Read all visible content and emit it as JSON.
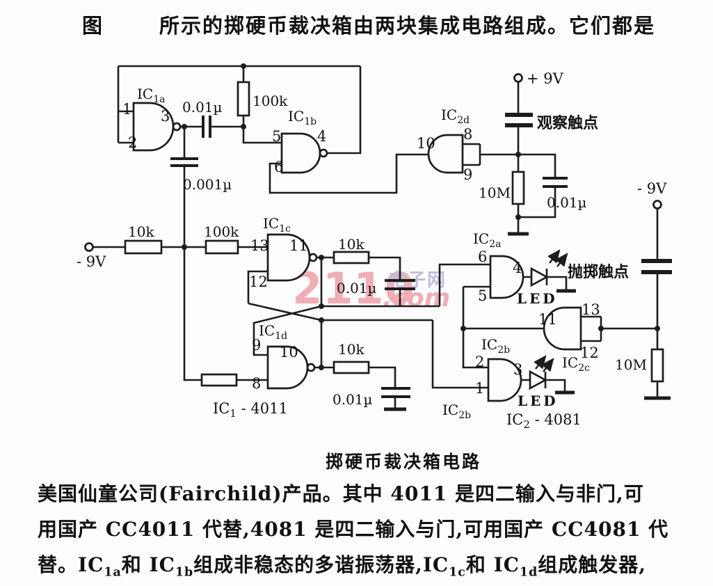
{
  "top_line": {
    "figure_label": "图",
    "text": "所示的掷硬币裁决箱由两块集成电路组成。它们都是"
  },
  "caption": "掷硬币裁决箱电路",
  "paragraph": {
    "line1": "美国仙童公司(Fairchild)产品。其中 4011 是四二输入与非门,可",
    "line2": "用国产 CC4011 代替,4081 是四二输入与门,可用国产 CC4081 代",
    "line3_parts": [
      "替。IC",
      "1a",
      "和 IC",
      "1b",
      "组成非稳态的多谐振荡器,IC",
      "1c",
      "和 IC",
      "1d",
      "组成触发器,"
    ]
  },
  "watermark": {
    "number": "2110",
    "cn": "电子网",
    "dotcom": ".com",
    "pink": "#f0a0a8",
    "blue": "#b4b4da"
  },
  "schematic": {
    "ics": {
      "ic1a": {
        "main": "IC",
        "sub": "1a"
      },
      "ic1b": {
        "main": "IC",
        "sub": "1b"
      },
      "ic1c": {
        "main": "IC",
        "sub": "1c"
      },
      "ic1d": {
        "main": "IC",
        "sub": "1d"
      },
      "ic2a": {
        "main": "IC",
        "sub": "2a"
      },
      "ic2b_top": {
        "main": "IC",
        "sub": "2b"
      },
      "ic2b_bottom": {
        "main": "IC",
        "sub": "2b"
      },
      "ic2c": {
        "main": "IC",
        "sub": "2c"
      },
      "ic2d": {
        "main": "IC",
        "sub": "2d"
      }
    },
    "chips": {
      "chip1": {
        "main": "IC",
        "sub": "1",
        "rest": " - 4011"
      },
      "chip2": {
        "main": "IC",
        "sub": "2",
        "rest": " - 4081"
      }
    },
    "pins": {
      "ic1a_1": "1",
      "ic1a_2": "2",
      "ic1a_3": "3",
      "ic1b_5": "5",
      "ic1b_6": "6",
      "ic1b_4": "4",
      "ic1c_13": "13",
      "ic1c_12": "12",
      "ic1c_11": "11",
      "ic1d_9": "9",
      "ic1d_8": "8",
      "ic1d_10": "10",
      "ic2d_10": "10",
      "ic2d_8": "8",
      "ic2d_9": "9",
      "ic2a_6": "6",
      "ic2a_5": "5",
      "ic2a_4": "4",
      "ic2c_11": "11",
      "ic2c_13": "13",
      "ic2c_12": "12",
      "ic2b_2": "2",
      "ic2b_1": "1",
      "ic2b_3": "3"
    },
    "values": {
      "r_osc": "100k",
      "c_osc": "0.01µ",
      "c_small": "0.001µ",
      "r_left": "10k",
      "r_mid": "100k",
      "r_q": "10k",
      "c_q": "0.01µ",
      "r_qb": "10k",
      "c_qb": "0.01µ",
      "r_obs": "10M",
      "c_obs": "0.01µ",
      "r_toss": "10M"
    },
    "power": {
      "left": "- 9V",
      "top": "+ 9V",
      "right": "- 9V"
    },
    "contacts": {
      "observe": "观察触点",
      "toss": "抛掷触点"
    },
    "leds": {
      "led1": "LED",
      "led2": "LED"
    }
  }
}
